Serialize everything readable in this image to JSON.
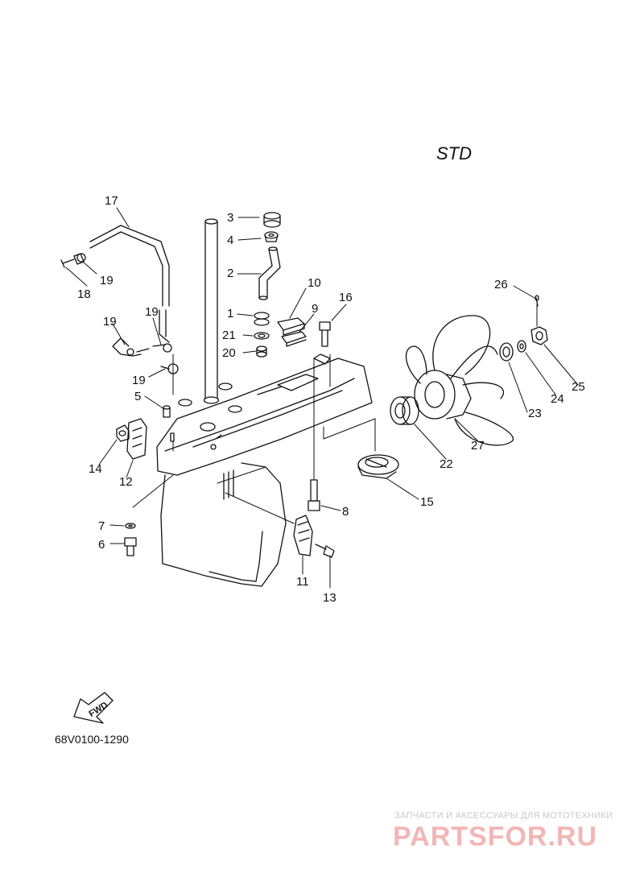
{
  "diagram": {
    "variant_label": "STD",
    "drawing_code": "68V0100-1290",
    "fwd_label": "FWD",
    "parts": [
      {
        "id": "p1",
        "number": "1"
      },
      {
        "id": "p2",
        "number": "2"
      },
      {
        "id": "p3",
        "number": "3"
      },
      {
        "id": "p4",
        "number": "4"
      },
      {
        "id": "p5",
        "number": "5"
      },
      {
        "id": "p6",
        "number": "6"
      },
      {
        "id": "p7",
        "number": "7"
      },
      {
        "id": "p8",
        "number": "8"
      },
      {
        "id": "p9",
        "number": "9"
      },
      {
        "id": "p10",
        "number": "10"
      },
      {
        "id": "p11",
        "number": "11"
      },
      {
        "id": "p12",
        "number": "12"
      },
      {
        "id": "p13",
        "number": "13"
      },
      {
        "id": "p14",
        "number": "14"
      },
      {
        "id": "p15",
        "number": "15"
      },
      {
        "id": "p16",
        "number": "16"
      },
      {
        "id": "p17",
        "number": "17"
      },
      {
        "id": "p18",
        "number": "18"
      },
      {
        "id": "p19a",
        "number": "19"
      },
      {
        "id": "p19b",
        "number": "19"
      },
      {
        "id": "p19c",
        "number": "19"
      },
      {
        "id": "p20",
        "number": "20"
      },
      {
        "id": "p21",
        "number": "21"
      },
      {
        "id": "p22",
        "number": "22"
      },
      {
        "id": "p23",
        "number": "23"
      },
      {
        "id": "p24",
        "number": "24"
      },
      {
        "id": "p25",
        "number": "25"
      },
      {
        "id": "p26",
        "number": "26"
      },
      {
        "id": "p27",
        "number": "27"
      }
    ]
  },
  "watermark": {
    "tagline": "ЗАПЧАСТИ И АКСЕССУАРЫ ДЛЯ МОТОТЕХНИКИ",
    "brand": "PARTSFOR.RU"
  },
  "colors": {
    "line": "#111111",
    "watermark": "#f3b6b6"
  }
}
